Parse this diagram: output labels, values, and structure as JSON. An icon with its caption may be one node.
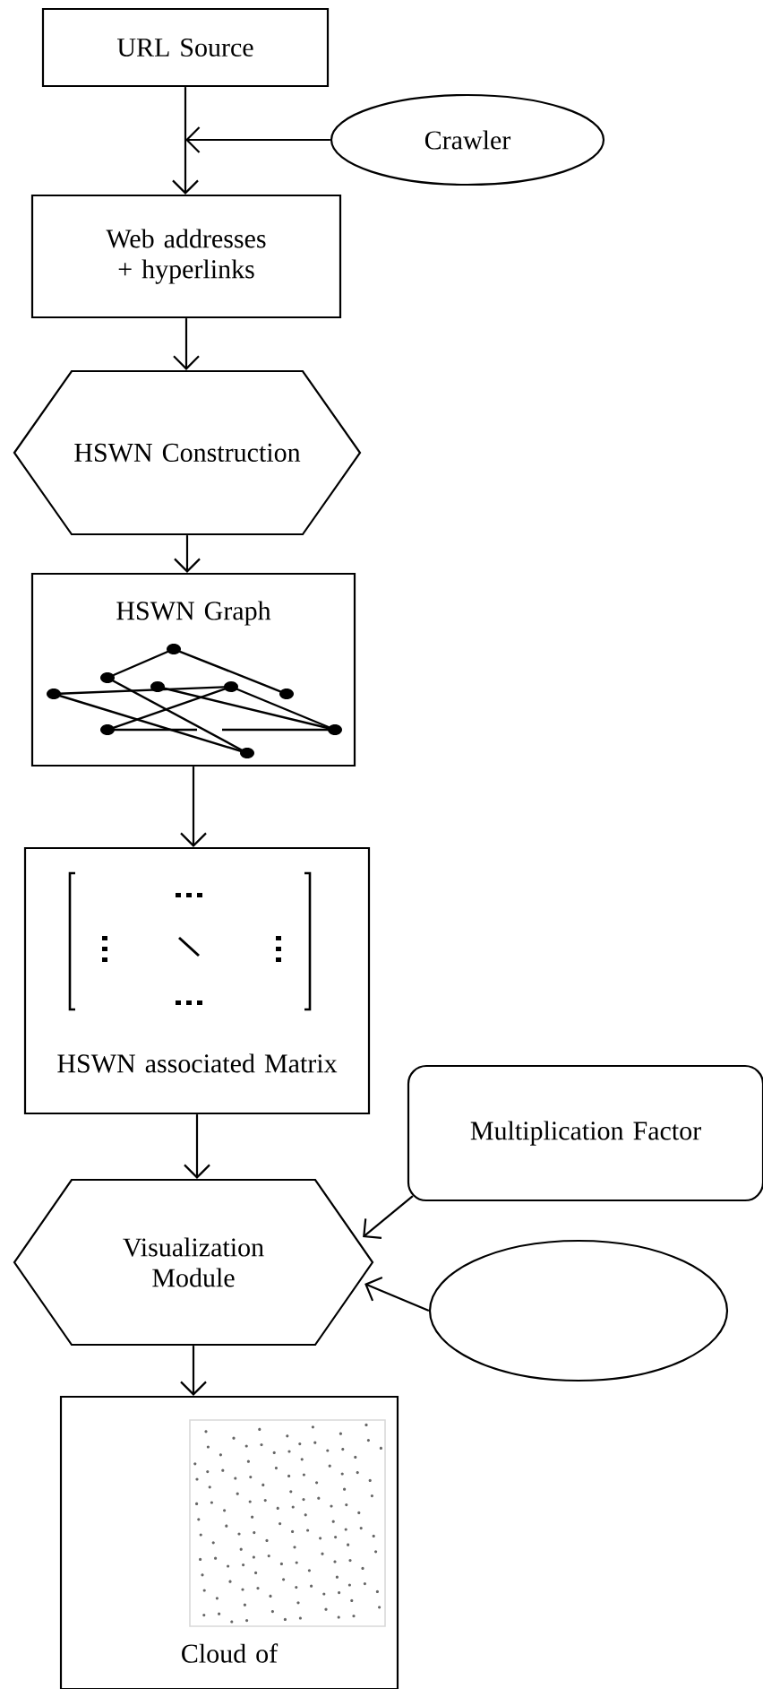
{
  "diagram": {
    "nodes": [
      {
        "text": [
          "URL Source"
        ]
      },
      {
        "text": [
          "Crawler"
        ]
      },
      {
        "text": [
          "Web addresses + hyperlinks"
        ]
      },
      {
        "text": [
          "HSWN Construction"
        ]
      },
      {
        "text": [
          "HSWN Graph"
        ]
      },
      {
        "text": [
          "HSWN associated Matrix"
        ]
      },
      {
        "text": [
          "Multiplication Factor"
        ]
      },
      {
        "text": [
          "Visualization Module"
        ]
      },
      {
        "text": [],
        "shape": "circle"
      },
      {
        "text": [
          "Cloud of"
        ]
      }
    ],
    "edges": [
      {
        "from": 0,
        "to": 2,
        "arrow": "to"
      },
      {
        "from": 1,
        "to": null,
        "arrow": "to"
      },
      {
        "from": 2,
        "to": 3,
        "arrow": "to"
      },
      {
        "from": 3,
        "to": 4,
        "arrow": "to"
      },
      {
        "from": 4,
        "to": 5,
        "arrow": "to"
      },
      {
        "from": 5,
        "to": 7,
        "arrow": "to"
      },
      {
        "from": 6,
        "to": 7,
        "arrow": "to"
      },
      {
        "from": 8,
        "to": 7,
        "arrow": "to"
      },
      {
        "from": 7,
        "to": 9,
        "arrow": "to"
      }
    ]
  }
}
